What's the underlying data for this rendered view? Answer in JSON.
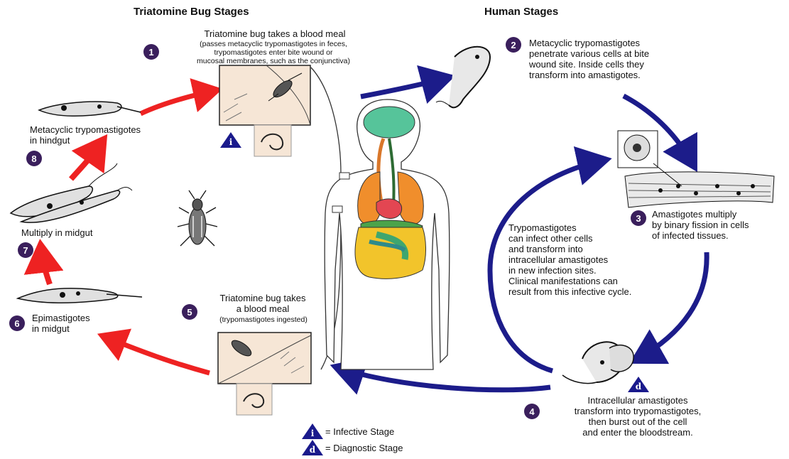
{
  "headers": {
    "bug_stages": "Triatomine Bug Stages",
    "human_stages": "Human Stages"
  },
  "stages": [
    {
      "number": "1",
      "main": "Triatomine bug takes a blood meal",
      "details": [
        "(passes metacyclic trypomastigotes in feces,",
        "trypomastigotes enter bite wound or",
        "mucosal membranes, such as the conjunctiva)"
      ]
    },
    {
      "number": "2",
      "lines": [
        "Metacyclic trypomastigotes",
        "penetrate various cells at bite",
        "wound site.  Inside cells they",
        "transform into amastigotes."
      ]
    },
    {
      "number": "3",
      "lines": [
        "Amastigotes multiply",
        "by binary fission in cells",
        "of infected tissues."
      ]
    },
    {
      "number": "4",
      "lines": [
        "Intracellular amastigotes",
        "transform into trypomastigotes,",
        "then burst out of the cell",
        "and enter the bloodstream."
      ]
    },
    {
      "number": "5",
      "lines": [
        "Triatomine bug takes",
        "a blood meal"
      ],
      "detail": "(trypomastigotes ingested)"
    },
    {
      "number": "6",
      "lines": [
        "Epimastigotes",
        "in midgut"
      ]
    },
    {
      "number": "7",
      "lines": [
        "Multiply in midgut"
      ]
    },
    {
      "number": "8",
      "lines": [
        "Metacyclic trypomastigotes",
        "in hindgut"
      ]
    }
  ],
  "inner_cycle": [
    "Trypomastigotes",
    "can infect other cells",
    "and transform into",
    "intracellular amastigotes",
    "in new infection sites.",
    "Clinical manifestations can",
    "result from this infective cycle."
  ],
  "markers": {
    "infective_letter": "i",
    "diagnostic_letter": "d"
  },
  "legend": {
    "infective": "= Infective Stage",
    "diagnostic": "= Diagnostic Stage"
  },
  "colors": {
    "human_arrow": "#1c1c8a",
    "bug_arrow": "#ee2222",
    "badge": "#3a1f5c",
    "marker": "#1a1a8c",
    "inset_bg": "#f6e6d6"
  }
}
